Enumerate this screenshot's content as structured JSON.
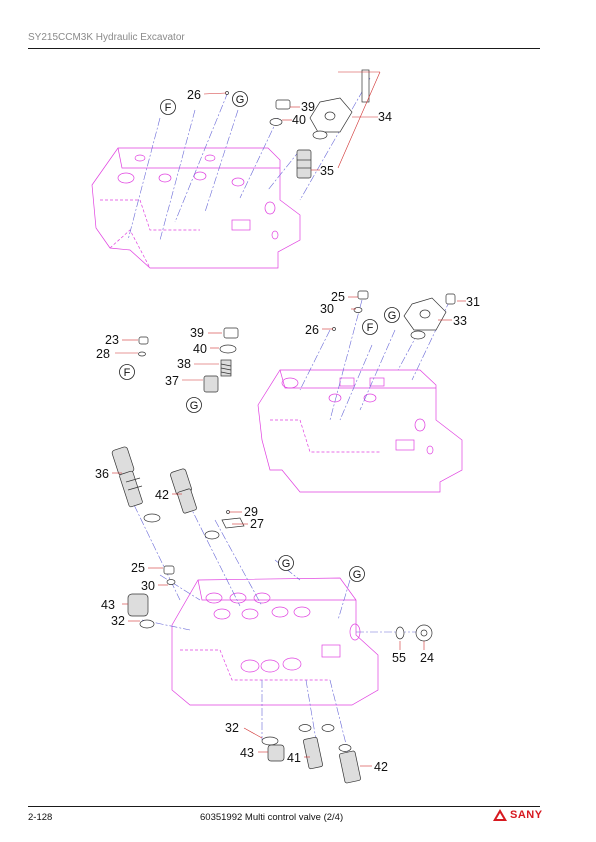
{
  "header": {
    "title": "SY215CCM3K Hydraulic Excavator"
  },
  "footer": {
    "page_number": "2-128",
    "document_title": "60351992 Multi control valve (2/4)",
    "brand": "SANY"
  },
  "labels": {
    "l26a": "26",
    "l39a": "39",
    "l40a": "40",
    "l34": "34",
    "l35": "35",
    "l25a": "25",
    "l31": "31",
    "l30a": "30",
    "l33": "33",
    "l26b": "26",
    "l23": "23",
    "l28": "28",
    "l39b": "39",
    "l40b": "40",
    "l38": "38",
    "l37": "37",
    "l36": "36",
    "l42a": "42",
    "l29": "29",
    "l27": "27",
    "l25b": "25",
    "l30b": "30",
    "l43a": "43",
    "l32a": "32",
    "l55": "55",
    "l24": "24",
    "l32b": "32",
    "l43b": "43",
    "l41": "41",
    "l42b": "42"
  },
  "refs": {
    "rF1": "F",
    "rG1": "G",
    "rF2": "F",
    "rG2": "G",
    "rF3": "F",
    "rG3": "G",
    "rG4": "G",
    "rG5": "G"
  }
}
